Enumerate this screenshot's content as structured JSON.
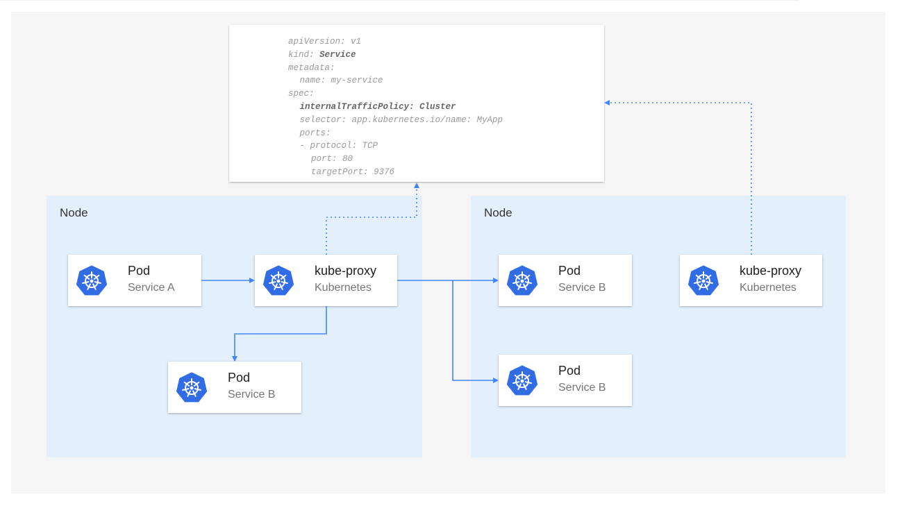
{
  "yaml": [
    {
      "indent": 0,
      "key": "apiVersion:",
      "value": " v1",
      "bold": false
    },
    {
      "indent": 0,
      "key": "kind:",
      "value": " Service",
      "bold": "value"
    },
    {
      "indent": 0,
      "key": "metadata:",
      "value": "",
      "bold": false
    },
    {
      "indent": 1,
      "key": "name:",
      "value": " my-service",
      "bold": false
    },
    {
      "indent": 0,
      "key": "spec:",
      "value": "",
      "bold": false
    },
    {
      "indent": 1,
      "key": "internalTrafficPolicy:",
      "value": " Cluster",
      "bold": "all"
    },
    {
      "indent": 1,
      "key": "selector:",
      "value": " app.kubernetes.io/name: MyApp",
      "bold": false
    },
    {
      "indent": 1,
      "key": "ports:",
      "value": "",
      "bold": false
    },
    {
      "indent": 1,
      "key": "- protocol:",
      "value": " TCP",
      "bold": false
    },
    {
      "indent": 2,
      "key": "port:",
      "value": " 80",
      "bold": false
    },
    {
      "indent": 2,
      "key": "targetPort:",
      "value": " 9376",
      "bold": false
    }
  ],
  "nodes": {
    "left": {
      "label": "Node"
    },
    "right": {
      "label": "Node"
    }
  },
  "cards": {
    "pod_a": {
      "title": "Pod",
      "subtitle": "Service A",
      "icon": "kubernetes-icon"
    },
    "proxy_left": {
      "title": "kube-proxy",
      "subtitle": "Kubernetes",
      "icon": "kubernetes-icon"
    },
    "pod_b_left": {
      "title": "Pod",
      "subtitle": "Service B",
      "icon": "kubernetes-icon"
    },
    "pod_b_right1": {
      "title": "Pod",
      "subtitle": "Service B",
      "icon": "kubernetes-icon"
    },
    "pod_b_right2": {
      "title": "Pod",
      "subtitle": "Service B",
      "icon": "kubernetes-icon"
    },
    "proxy_right": {
      "title": "kube-proxy",
      "subtitle": "Kubernetes",
      "icon": "kubernetes-icon"
    }
  },
  "colors": {
    "arrow": "#4285f4",
    "icon": "#326ce5",
    "node_bg": "#e3f0fc",
    "panel": "#f5f5f5"
  }
}
